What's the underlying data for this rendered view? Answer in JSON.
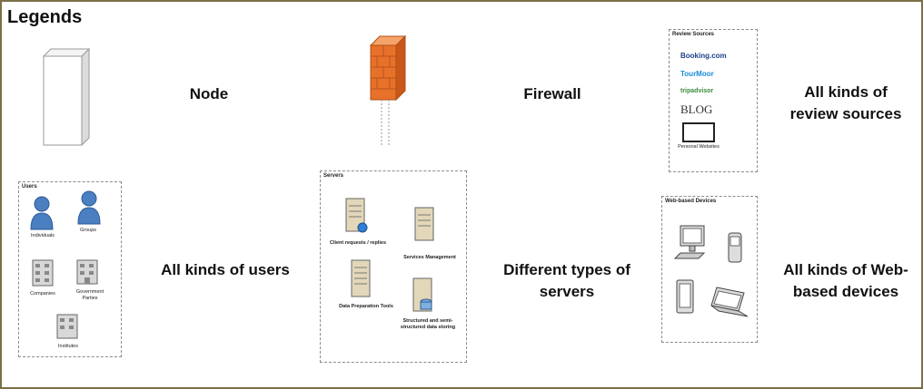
{
  "title": "Legends",
  "legend_labels": {
    "node": "Node",
    "firewall": "Firewall",
    "review_sources": "All kinds of review sources",
    "users": "All kinds of users",
    "servers": "Different types of servers",
    "devices": "All kinds of Web-based devices"
  },
  "review_box": {
    "title": "Review Sources",
    "logos": [
      "Booking.com",
      "TourMoor",
      "tripadvisor",
      "BLOG"
    ],
    "personal_websites": "Personal Websites"
  },
  "users_box": {
    "title": "Users",
    "items": [
      "Individuals",
      "Groups",
      "Companies",
      "Government Parties",
      "Institutes"
    ]
  },
  "servers_box": {
    "title": "Servers",
    "items": [
      "Client requests / replies",
      "Services Management",
      "Data Preparation Tools",
      "Structured and semi-structured data storing"
    ]
  },
  "devices_box": {
    "title": "Web-based Devices"
  },
  "colors": {
    "firewall": "#e8712a",
    "user_icon": "#4a7fc1",
    "frame": "#7a6f47"
  }
}
